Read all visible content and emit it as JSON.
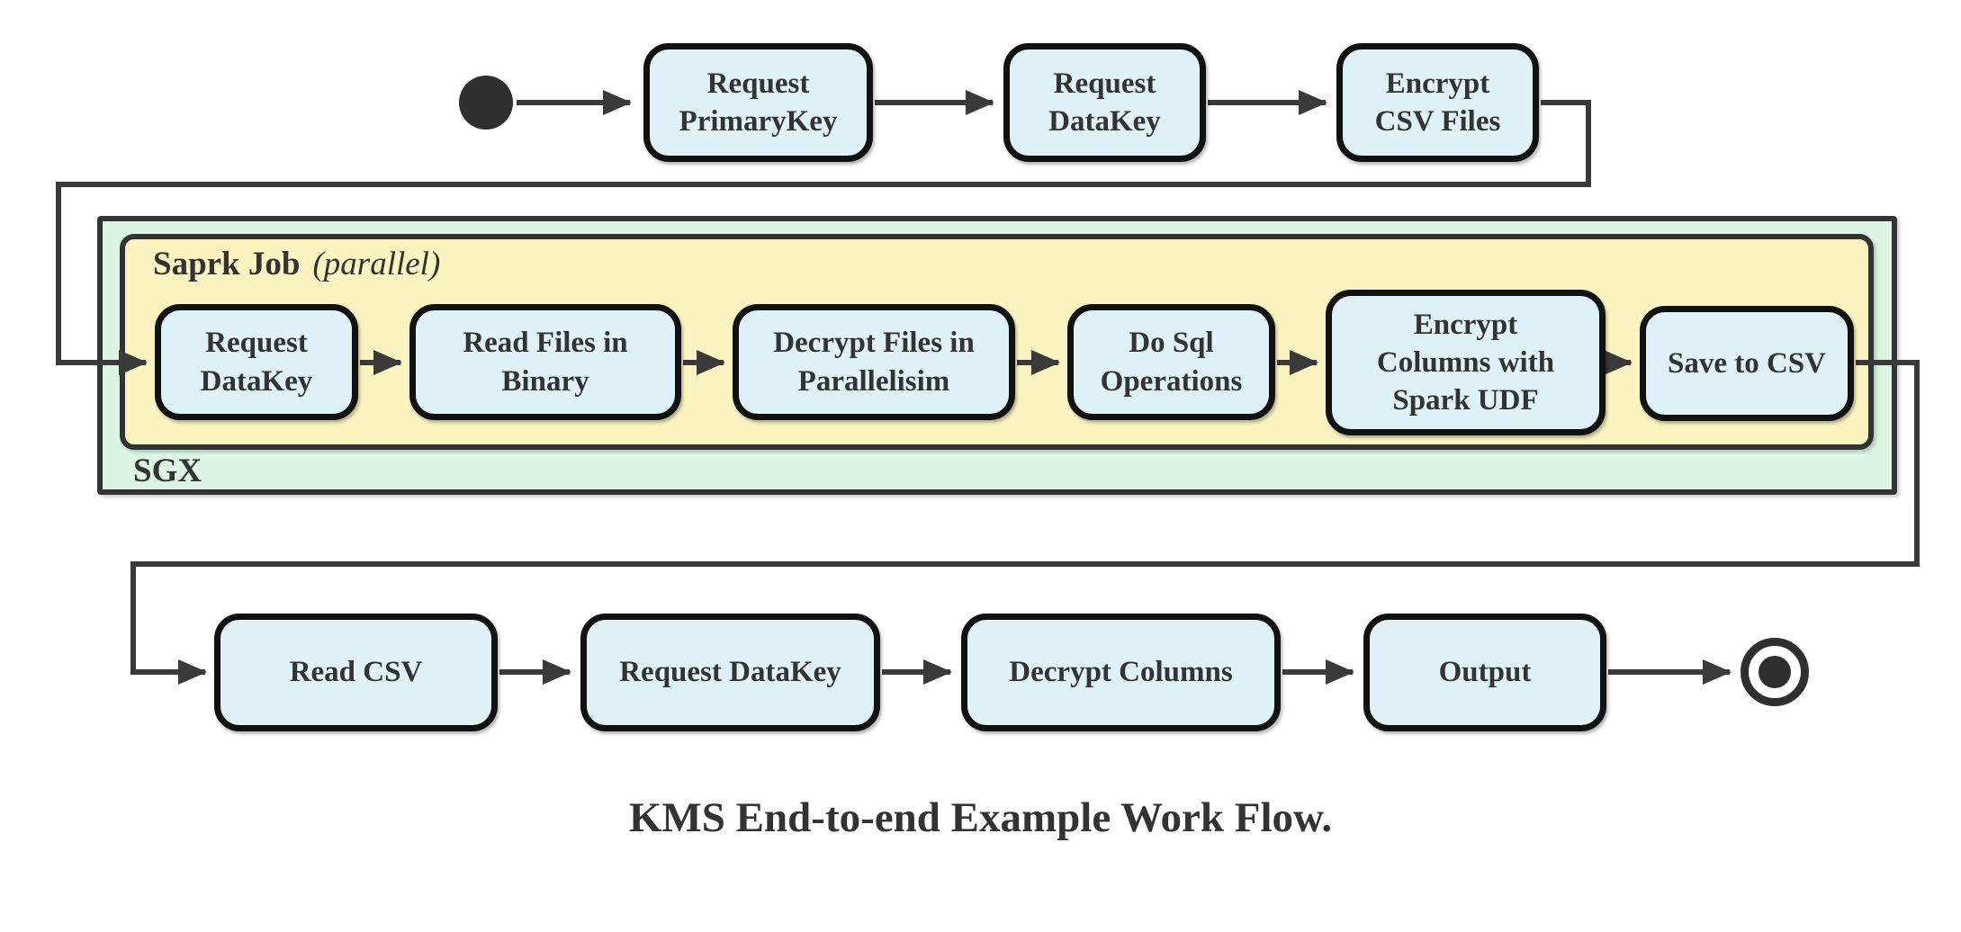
{
  "diagram": {
    "caption": "KMS End-to-end Example Work Flow.",
    "colors": {
      "node_fill": "#dff2f8",
      "node_border": "#111111",
      "edge": "#3a3a3a",
      "sgx_fill": "#ddf6e4",
      "spark_fill": "#fbf4c1",
      "text": "#333333"
    },
    "top_row": {
      "nodes": [
        {
          "id": "request-primarykey",
          "label": "Request\nPrimaryKey"
        },
        {
          "id": "request-datakey",
          "label": "Request\nDataKey"
        },
        {
          "id": "encrypt-csv-files",
          "label": "Encrypt\nCSV Files"
        }
      ]
    },
    "sgx_container": {
      "label": "SGX",
      "spark_container": {
        "title": "Saprk Job",
        "qualifier": "(parallel)",
        "nodes": [
          {
            "id": "sgx-request-datakey",
            "label": "Request\nDataKey"
          },
          {
            "id": "read-files-in-binary",
            "label": "Read Files in\nBinary"
          },
          {
            "id": "decrypt-files-in-parallelisim",
            "label": "Decrypt Files in\nParallelisim"
          },
          {
            "id": "do-sql-operations",
            "label": "Do Sql\nOperations"
          },
          {
            "id": "encrypt-columns-with-spark-udf",
            "label": "Encrypt\nColumns with\nSpark UDF"
          },
          {
            "id": "save-to-csv",
            "label": "Save to CSV"
          }
        ]
      }
    },
    "bottom_row": {
      "nodes": [
        {
          "id": "read-csv",
          "label": "Read CSV"
        },
        {
          "id": "request-datakey-final",
          "label": "Request DataKey"
        },
        {
          "id": "decrypt-columns",
          "label": "Decrypt Columns"
        },
        {
          "id": "output",
          "label": "Output"
        }
      ]
    },
    "markers": {
      "start_state": "filled-circle",
      "end_state": "ringed-circle"
    }
  }
}
